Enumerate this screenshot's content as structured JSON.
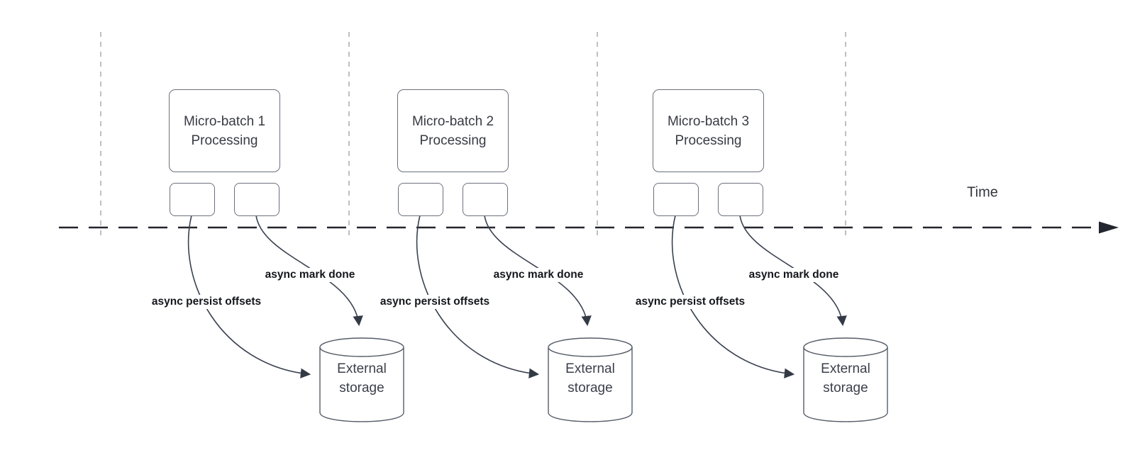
{
  "time_label": "Time",
  "colors": {
    "timeline": "#23262e",
    "guide_gray": "#b6b9bf",
    "arrow_stroke": "#3a4150",
    "shape_border": "#6b707b",
    "shape_text": "#383b44",
    "bold_label_text": "#14161c"
  },
  "icons": {
    "timeline_arrowhead": "right-arrowhead",
    "flow_arrowhead": "triangle-arrowhead"
  },
  "sections": [
    {
      "batch_line1": "Micro-batch 1",
      "batch_line2": "Processing",
      "persist_label": "async persist offsets",
      "mark_done_label": "async mark done",
      "storage_line1": "External",
      "storage_line2": "storage"
    },
    {
      "batch_line1": "Micro-batch 2",
      "batch_line2": "Processing",
      "persist_label": "async persist offsets",
      "mark_done_label": "async mark done",
      "storage_line1": "External",
      "storage_line2": "storage"
    },
    {
      "batch_line1": "Micro-batch 3",
      "batch_line2": "Processing",
      "persist_label": "async persist offsets",
      "mark_done_label": "async mark done",
      "storage_line1": "External",
      "storage_line2": "storage"
    }
  ]
}
